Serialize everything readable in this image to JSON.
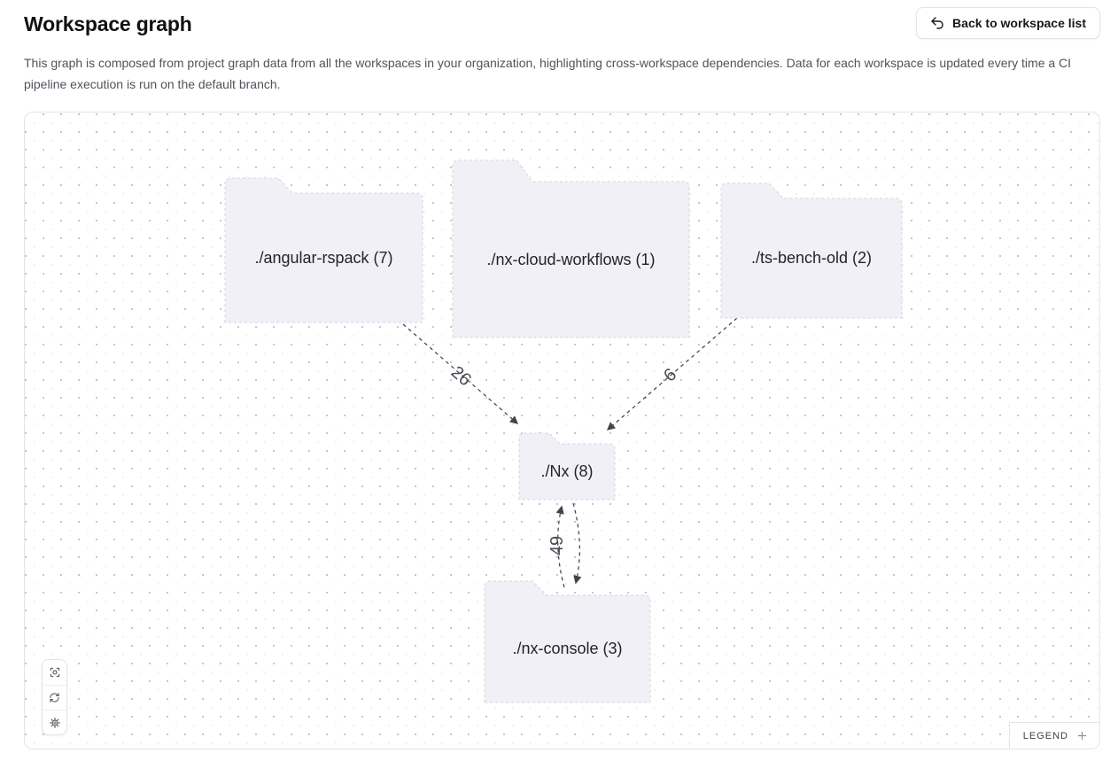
{
  "page": {
    "title": "Workspace graph",
    "description": "This graph is composed from project graph data from all the workspaces in your organization, highlighting cross-workspace dependencies. Data for each workspace is updated every time a CI pipeline execution is run on the default branch.",
    "back_button": {
      "label": "Back to workspace list",
      "icon": "arrow-uturn-left-icon"
    }
  },
  "graph": {
    "nodes": [
      {
        "id": "angular-rspack",
        "label": "./angular-rspack (7)"
      },
      {
        "id": "nx-cloud-workflows",
        "label": "./nx-cloud-workflows (1)"
      },
      {
        "id": "ts-bench-old",
        "label": "./ts-bench-old (2)"
      },
      {
        "id": "Nx",
        "label": "./Nx (8)"
      },
      {
        "id": "nx-console",
        "label": "./nx-console (3)"
      }
    ],
    "edges": [
      {
        "from": "./angular-rspack",
        "to": "./Nx",
        "count": "26"
      },
      {
        "from": "./ts-bench-old",
        "to": "./Nx",
        "count": "6"
      },
      {
        "from": "./nx-console",
        "to": "./Nx",
        "count": "49",
        "bidirectional": true
      }
    ],
    "toolbar": {
      "icons": [
        "fit-view-icon",
        "refresh-icon",
        "settings-icon"
      ]
    },
    "legend": {
      "label": "LEGEND",
      "expand_icon": "plus-icon"
    }
  },
  "colors": {
    "node_fill": "#f2f0f7",
    "node_border": "#d5d0e1",
    "edge": "#43434b",
    "dot_grid": "#b4b1bc",
    "border": "#e4e4e7",
    "text_primary": "#111113",
    "text_secondary": "#52525b"
  }
}
